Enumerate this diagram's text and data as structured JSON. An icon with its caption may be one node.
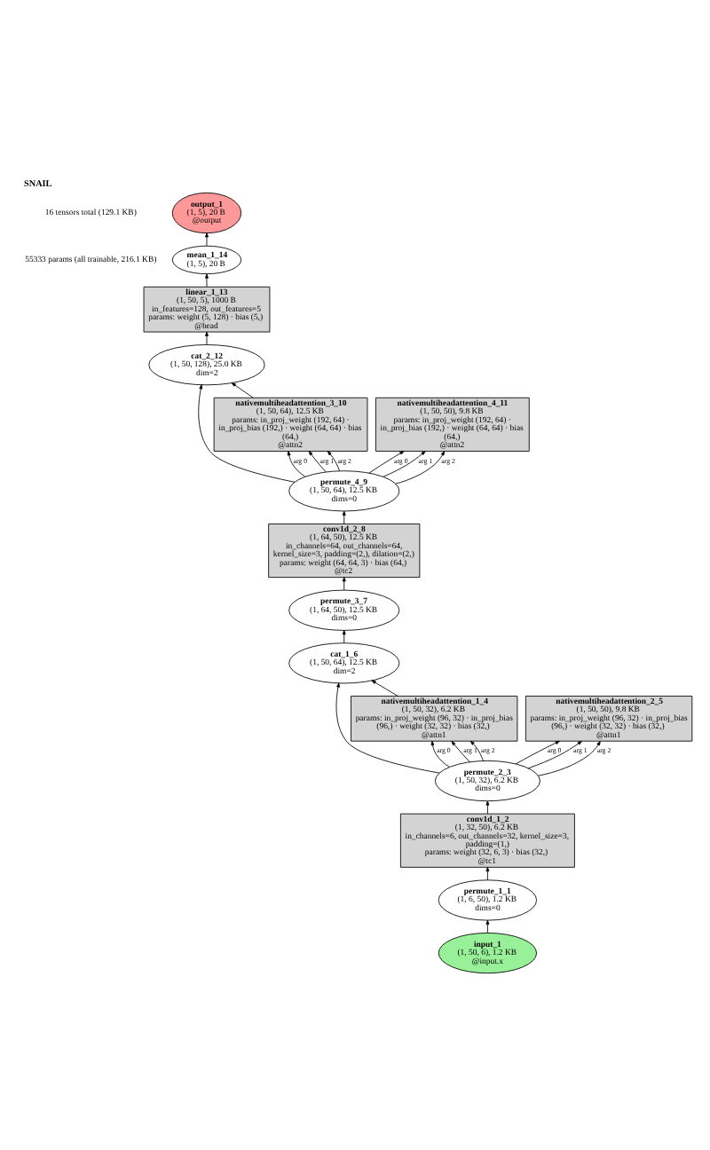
{
  "diagram": {
    "title": "SNAIL",
    "nodes": [
      {
        "text": [
          "output_1",
          "(1, 5), 20 B",
          "@output"
        ]
      },
      {
        "text": [
          "mean_1_14",
          "(1, 5), 20 B"
        ]
      },
      {
        "text": [
          "linear_1_13",
          "(1, 50, 5), 1000 B",
          "in_features=128, out_features=5",
          "params: weight (5, 128) · bias (5,)",
          "@head"
        ]
      },
      {
        "text": [
          "cat_2_12",
          "(1, 50, 128), 25.0 KB",
          "dim=2"
        ]
      },
      {
        "text": [
          "nativemultiheadattention_3_10",
          "(1, 50, 64), 12.5 KB",
          "params: in_proj_weight (192, 64) · in_proj_bias (192,) · weight (64, 64) · bias (64,)",
          "@attn2"
        ]
      },
      {
        "text": [
          "nativemultiheadattention_4_11",
          "(1, 50, 50), 9.8 KB",
          "params: in_proj_weight (192, 64) · in_proj_bias (192,) · weight (64, 64) · bias (64,)",
          "@attn2"
        ]
      },
      {
        "text": [
          "permute_4_9",
          "(1, 50, 64), 12.5 KB",
          "dims=0"
        ]
      },
      {
        "text": [
          "conv1d_2_8",
          "(1, 64, 50), 12.5 KB",
          "in_channels=64, out_channels=64, kernel_size=3, padding=(2,), dilation=(2,)",
          "params: weight (64, 64, 3) · bias (64,)",
          "@tc2"
        ]
      },
      {
        "text": [
          "permute_3_7",
          "(1, 64, 50), 12.5 KB",
          "dims=0"
        ]
      },
      {
        "text": [
          "cat_1_6",
          "(1, 50, 64), 12.5 KB",
          "dim=2"
        ]
      },
      {
        "text": [
          "nativemultiheadattention_1_4",
          "(1, 50, 32), 6.2 KB",
          "params: in_proj_weight (96, 32) · in_proj_bias (96,) · weight (32, 32) · bias (32,)",
          "@attn1"
        ]
      },
      {
        "text": [
          "nativemultiheadattention_2_5",
          "(1, 50, 50), 9.8 KB",
          "params: in_proj_weight (96, 32) · in_proj_bias (96,) · weight (32, 32) · bias (32,)",
          "@attn1"
        ]
      },
      {
        "text": [
          "permute_2_3",
          "(1, 50, 32), 6.2 KB",
          "dims=0"
        ]
      },
      {
        "text": [
          "conv1d_1_2",
          "(1, 32, 50), 6.2 KB",
          "in_channels=6, out_channels=32, kernel_size=3, padding=(1,)",
          "params: weight (32, 6, 3) · bias (32,)",
          "@tc1"
        ]
      },
      {
        "text": [
          "permute_1_1",
          "(1, 6, 50), 1.2 KB",
          "dims=0"
        ]
      },
      {
        "text": [
          "input_1",
          "(1, 50, 6), 1.2 KB",
          "@input.x"
        ]
      }
    ],
    "edges": [
      {
        "from": 15,
        "to": 14,
        "arrow": "to"
      },
      {
        "from": 14,
        "to": 13,
        "arrow": "to"
      },
      {
        "from": 13,
        "to": 12,
        "arrow": "to"
      },
      {
        "from": 12,
        "to": 10,
        "arrow": "to",
        "label": "arg 0"
      },
      {
        "from": 12,
        "to": 10,
        "arrow": "to",
        "label": "arg 1"
      },
      {
        "from": 12,
        "to": 10,
        "arrow": "to",
        "label": "arg 2"
      },
      {
        "from": 12,
        "to": 11,
        "arrow": "to",
        "label": "arg 0"
      },
      {
        "from": 12,
        "to": 11,
        "arrow": "to",
        "label": "arg 1"
      },
      {
        "from": 12,
        "to": 11,
        "arrow": "to",
        "label": "arg 2"
      },
      {
        "from": 12,
        "to": 9,
        "arrow": "to"
      },
      {
        "from": 10,
        "to": 9,
        "arrow": "to"
      },
      {
        "from": 9,
        "to": 8,
        "arrow": "to"
      },
      {
        "from": 8,
        "to": 7,
        "arrow": "to"
      },
      {
        "from": 7,
        "to": 6,
        "arrow": "to"
      },
      {
        "from": 6,
        "to": 4,
        "arrow": "to",
        "label": "arg 0"
      },
      {
        "from": 6,
        "to": 4,
        "arrow": "to",
        "label": "arg 1"
      },
      {
        "from": 6,
        "to": 4,
        "arrow": "to",
        "label": "arg 2"
      },
      {
        "from": 6,
        "to": 5,
        "arrow": "to",
        "label": "arg 0"
      },
      {
        "from": 6,
        "to": 5,
        "arrow": "to",
        "label": "arg 1"
      },
      {
        "from": 6,
        "to": 5,
        "arrow": "to",
        "label": "arg 2"
      },
      {
        "from": 6,
        "to": 3,
        "arrow": "to"
      },
      {
        "from": 4,
        "to": 3,
        "arrow": "to"
      },
      {
        "from": 3,
        "to": 2,
        "arrow": "to"
      },
      {
        "from": 2,
        "to": 1,
        "arrow": "to"
      },
      {
        "from": 1,
        "to": 0,
        "arrow": "to"
      }
    ],
    "labels": [
      "16 tensors total (129.1 KB)",
      "55333 params (all trainable, 216.1 KB)"
    ]
  }
}
